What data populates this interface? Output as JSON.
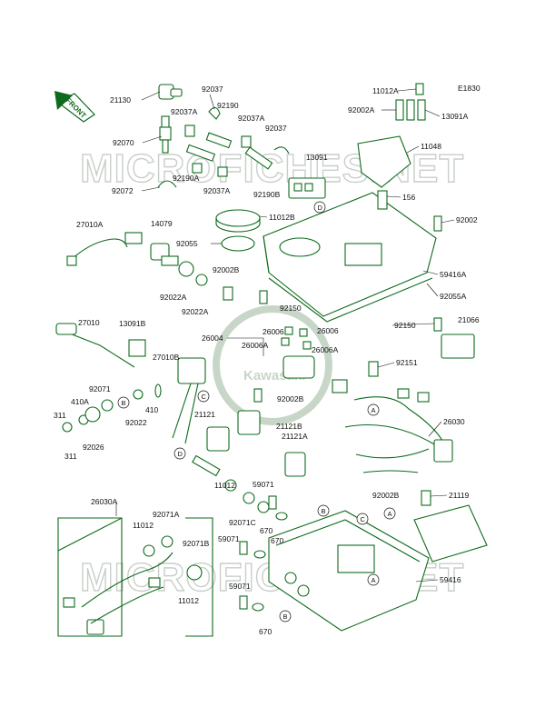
{
  "diagram": {
    "drawing_code": "E1830",
    "front_label": "FRONT",
    "watermark_brand": "Kawasaki",
    "watermark_site": "MICROFICHES.NET",
    "callouts": [
      {
        "id": "c1",
        "text": "21130"
      },
      {
        "id": "c2",
        "text": "92037"
      },
      {
        "id": "c3",
        "text": "92037A"
      },
      {
        "id": "c4",
        "text": "92190"
      },
      {
        "id": "c5",
        "text": "92037A"
      },
      {
        "id": "c6",
        "text": "92037"
      },
      {
        "id": "c7",
        "text": "92070"
      },
      {
        "id": "c8",
        "text": "13091"
      },
      {
        "id": "c9",
        "text": "92190A"
      },
      {
        "id": "c10",
        "text": "92072"
      },
      {
        "id": "c11",
        "text": "92037A"
      },
      {
        "id": "c12",
        "text": "92190B"
      },
      {
        "id": "c13",
        "text": "11012A"
      },
      {
        "id": "c14",
        "text": "92002A"
      },
      {
        "id": "c15",
        "text": "13091A"
      },
      {
        "id": "c16",
        "text": "11048"
      },
      {
        "id": "c17",
        "text": "156"
      },
      {
        "id": "c18",
        "text": "11012B"
      },
      {
        "id": "c19",
        "text": "92002"
      },
      {
        "id": "c20",
        "text": "27010A"
      },
      {
        "id": "c21",
        "text": "14079"
      },
      {
        "id": "c22",
        "text": "92055"
      },
      {
        "id": "c23",
        "text": "92002B"
      },
      {
        "id": "c24",
        "text": "59416A"
      },
      {
        "id": "c25",
        "text": "92022A"
      },
      {
        "id": "c26",
        "text": "92022A"
      },
      {
        "id": "c27",
        "text": "92055A"
      },
      {
        "id": "c28",
        "text": "92150"
      },
      {
        "id": "c29",
        "text": "92150"
      },
      {
        "id": "c30",
        "text": "21066"
      },
      {
        "id": "c31",
        "text": "27010"
      },
      {
        "id": "c32",
        "text": "13091B"
      },
      {
        "id": "c33",
        "text": "26006"
      },
      {
        "id": "c34",
        "text": "26006"
      },
      {
        "id": "c35",
        "text": "26004"
      },
      {
        "id": "c36",
        "text": "26006A"
      },
      {
        "id": "c37",
        "text": "26006A"
      },
      {
        "id": "c38",
        "text": "27010B"
      },
      {
        "id": "c39",
        "text": "92151"
      },
      {
        "id": "c40",
        "text": "92071"
      },
      {
        "id": "c41",
        "text": "410A"
      },
      {
        "id": "c42",
        "text": "92002B"
      },
      {
        "id": "c43",
        "text": "311"
      },
      {
        "id": "c44",
        "text": "92022"
      },
      {
        "id": "c45",
        "text": "410"
      },
      {
        "id": "c46",
        "text": "21121"
      },
      {
        "id": "c47",
        "text": "21121B"
      },
      {
        "id": "c48",
        "text": "26030"
      },
      {
        "id": "c49",
        "text": "92026"
      },
      {
        "id": "c50",
        "text": "311"
      },
      {
        "id": "c51",
        "text": "21121A"
      },
      {
        "id": "c52",
        "text": "11012"
      },
      {
        "id": "c53",
        "text": "59071"
      },
      {
        "id": "c54",
        "text": "92071C"
      },
      {
        "id": "c55",
        "text": "92002B"
      },
      {
        "id": "c56",
        "text": "21119"
      },
      {
        "id": "c57",
        "text": "26030A"
      },
      {
        "id": "c58",
        "text": "92071A"
      },
      {
        "id": "c59",
        "text": "11012"
      },
      {
        "id": "c60",
        "text": "670"
      },
      {
        "id": "c61",
        "text": "59071"
      },
      {
        "id": "c62",
        "text": "670"
      },
      {
        "id": "c63",
        "text": "92071B"
      },
      {
        "id": "c64",
        "text": "59416"
      },
      {
        "id": "c65",
        "text": "11012"
      },
      {
        "id": "c66",
        "text": "59071"
      },
      {
        "id": "c67",
        "text": "670"
      }
    ],
    "ref_markers": [
      {
        "id": "m1",
        "text": "D"
      },
      {
        "id": "m2",
        "text": "C"
      },
      {
        "id": "m3",
        "text": "B"
      },
      {
        "id": "m4",
        "text": "A"
      },
      {
        "id": "m5",
        "text": "D"
      },
      {
        "id": "m6",
        "text": "A"
      },
      {
        "id": "m7",
        "text": "B"
      },
      {
        "id": "m8",
        "text": "C"
      },
      {
        "id": "m9",
        "text": "A"
      },
      {
        "id": "m10",
        "text": "B"
      }
    ]
  }
}
